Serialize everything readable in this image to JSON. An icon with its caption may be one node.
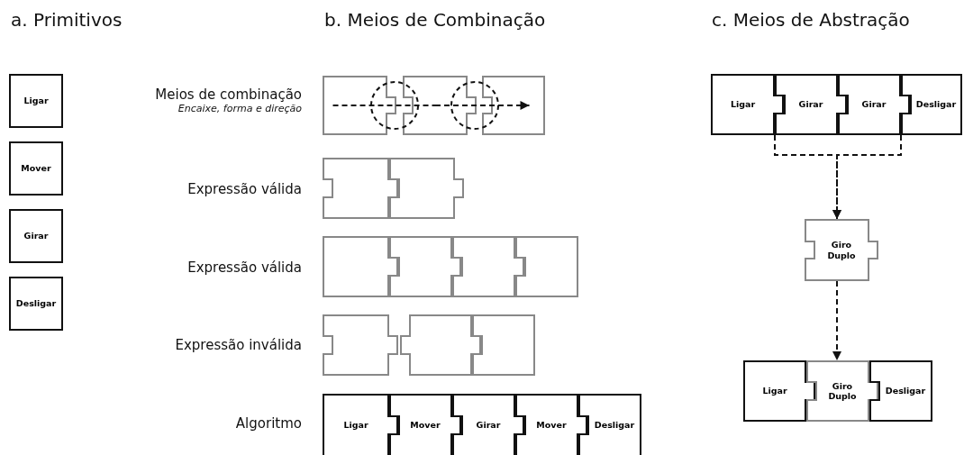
{
  "diagram": {
    "nodes": [
      {
        "text": [
          "Ligar"
        ]
      },
      {
        "text": [
          "Mover"
        ]
      },
      {
        "text": [
          "Girar"
        ]
      },
      {
        "text": [
          "Desligar"
        ]
      },
      {
        "text": [],
        "shape": "box"
      },
      {
        "text": [],
        "shape": "box"
      },
      {
        "text": [],
        "shape": "box"
      },
      {
        "text": [],
        "shape": "box"
      },
      {
        "text": [],
        "shape": "box"
      },
      {
        "text": [],
        "shape": "box"
      },
      {
        "text": [],
        "shape": "box"
      },
      {
        "text": [],
        "shape": "box"
      },
      {
        "text": [],
        "shape": "box"
      },
      {
        "text": [],
        "shape": "box"
      },
      {
        "text": [],
        "shape": "box"
      },
      {
        "text": [],
        "shape": "box"
      },
      {
        "text": [
          "Ligar"
        ]
      },
      {
        "text": [
          "Mover"
        ]
      },
      {
        "text": [
          "Girar"
        ]
      },
      {
        "text": [
          "Mover"
        ]
      },
      {
        "text": [
          "Desligar"
        ]
      },
      {
        "text": [
          "Ligar"
        ]
      },
      {
        "text": [
          "Girar"
        ]
      },
      {
        "text": [
          "Girar"
        ]
      },
      {
        "text": [
          "Desligar"
        ]
      },
      {
        "text": [
          "Giro Duplo"
        ]
      },
      {
        "text": [
          "Ligar"
        ]
      },
      {
        "text": [
          "Giro Duplo"
        ]
      },
      {
        "text": [
          "Desligar"
        ]
      }
    ],
    "edges": [
      {
        "from": 22,
        "to": 25,
        "arrow": "to",
        "style": "dashed"
      },
      {
        "from": 23,
        "to": 25,
        "arrow": "to",
        "style": "dashed"
      },
      {
        "from": 25,
        "to": 27,
        "arrow": "to",
        "style": "dashed"
      },
      {
        "from": 4,
        "to": 5,
        "arrow": "none",
        "style": "dashed"
      },
      {
        "from": 5,
        "to": 6,
        "arrow": "to",
        "style": "dashed"
      }
    ],
    "labels": [
      "a. Primitivos",
      "b. Meios de Combinação",
      "c. Meios de Abstração",
      "Meios de combinação",
      "Encaixe, forma e direção",
      "Expressão válida",
      "Expressão válida",
      "Expressão inválida",
      "Algoritmo"
    ]
  }
}
